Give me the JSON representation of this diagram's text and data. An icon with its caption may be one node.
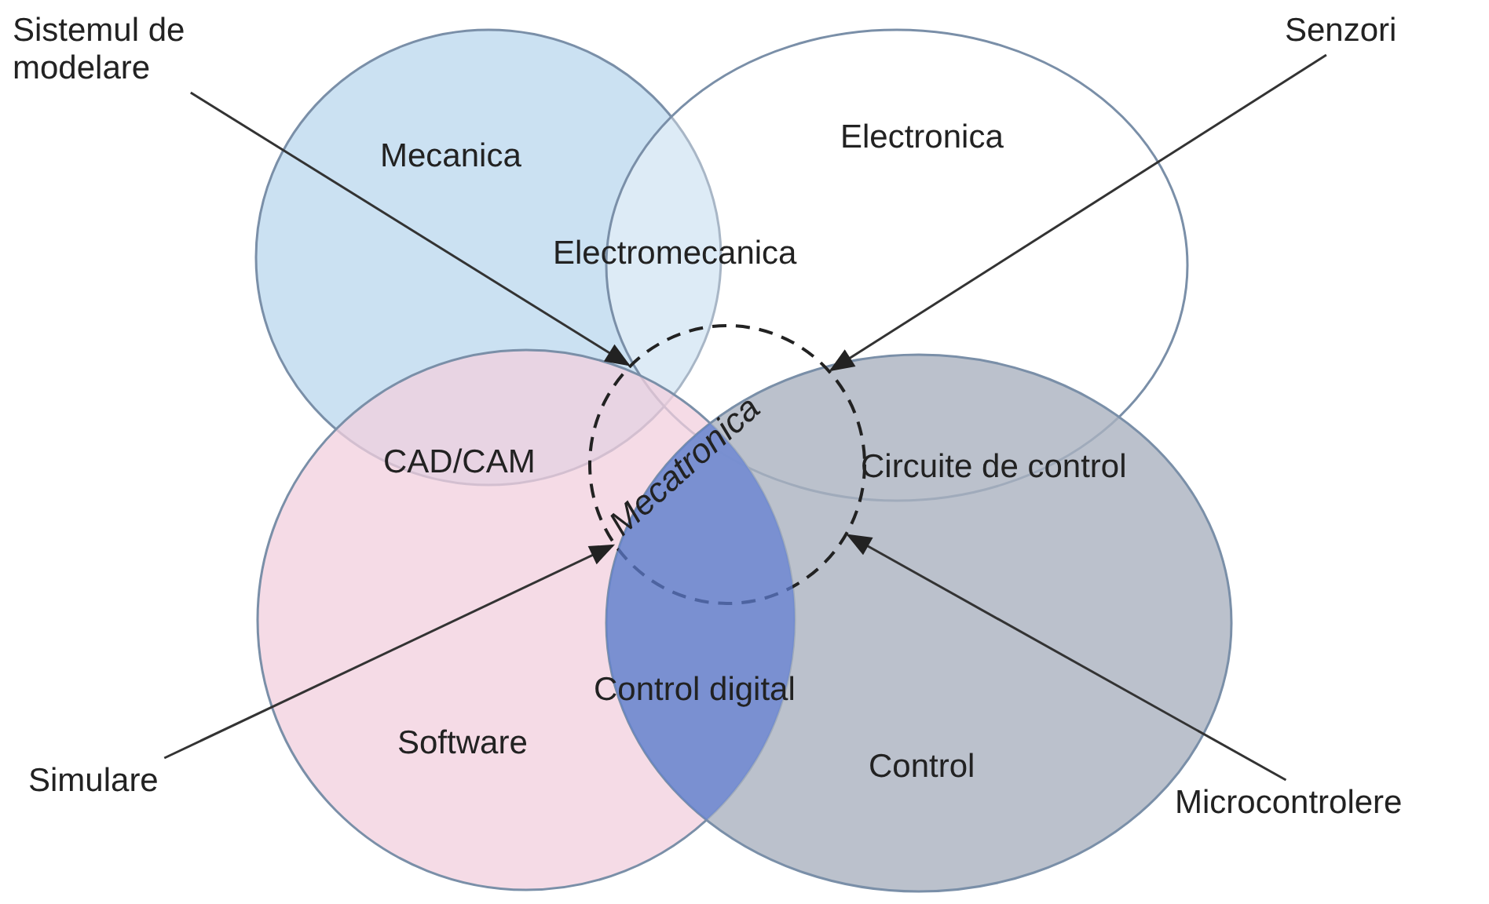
{
  "diagram": {
    "nodes": [
      {
        "text": [
          "Mecanica"
        ]
      },
      {
        "text": [
          "Electronica"
        ]
      },
      {
        "text": [
          "Software"
        ]
      },
      {
        "text": [
          "Control"
        ]
      },
      {
        "text": [
          "Mecatronica"
        ]
      },
      {
        "text": [
          "Sistemul de modelare"
        ]
      },
      {
        "text": [
          "Senzori"
        ]
      },
      {
        "text": [
          "Simulare"
        ]
      },
      {
        "text": [
          "Microcontrolere"
        ]
      }
    ],
    "edges": [
      {
        "from": 5,
        "to": 4,
        "arrow": "to"
      },
      {
        "from": 6,
        "to": 4,
        "arrow": "to"
      },
      {
        "from": 7,
        "to": 4,
        "arrow": "to"
      },
      {
        "from": 8,
        "to": 4,
        "arrow": "to"
      }
    ],
    "labels": [
      "Electromecanica",
      "CAD/CAM",
      "Circuite de control",
      "Control digital"
    ]
  }
}
